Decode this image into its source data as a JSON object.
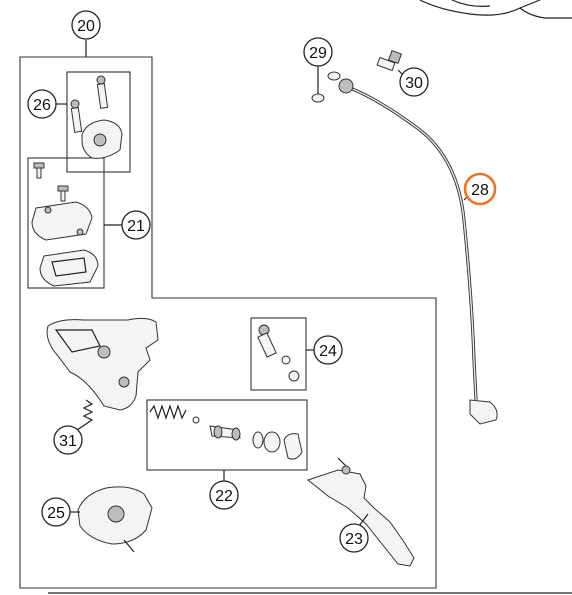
{
  "callouts": {
    "c20": "20",
    "c21": "21",
    "c22": "22",
    "c23": "23",
    "c24": "24",
    "c25": "25",
    "c26": "26",
    "c28": "28",
    "c29": "29",
    "c30": "30",
    "c31": "31"
  },
  "colors": {
    "highlight": "#e8772e",
    "stroke": "#222222",
    "callout_fill": "#ffffff"
  },
  "highlighted_part": "28"
}
